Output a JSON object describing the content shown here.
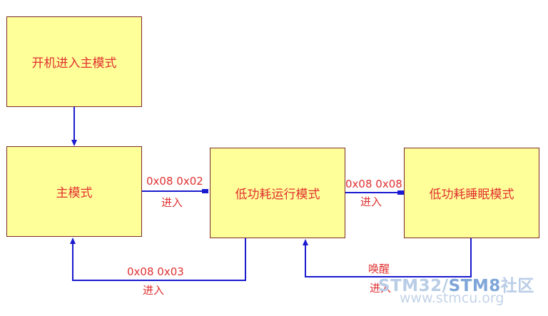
{
  "boxes": {
    "startup": "开机进入主模式",
    "main": "主模式",
    "low_power_run": "低功耗运行模式",
    "low_power_sleep": "低功耗睡眠模式"
  },
  "edges": {
    "main_to_run": {
      "code": "0x08  0x02",
      "action": "进入"
    },
    "run_to_sleep": {
      "code": "0x08  0x08",
      "action": "进入"
    },
    "run_to_main": {
      "code": "0x08  0x03",
      "action": "进入"
    },
    "sleep_to_run": {
      "event": "唤醒",
      "action": "进入"
    }
  },
  "watermark": {
    "brand_part1": "STM32/",
    "brand_part2": "STM8",
    "brand_part3": "社区",
    "url": "www.stmcu.org"
  },
  "colors": {
    "box_fill": "#ffff99",
    "text": "#e03030",
    "wire": "#1a1ad0"
  }
}
